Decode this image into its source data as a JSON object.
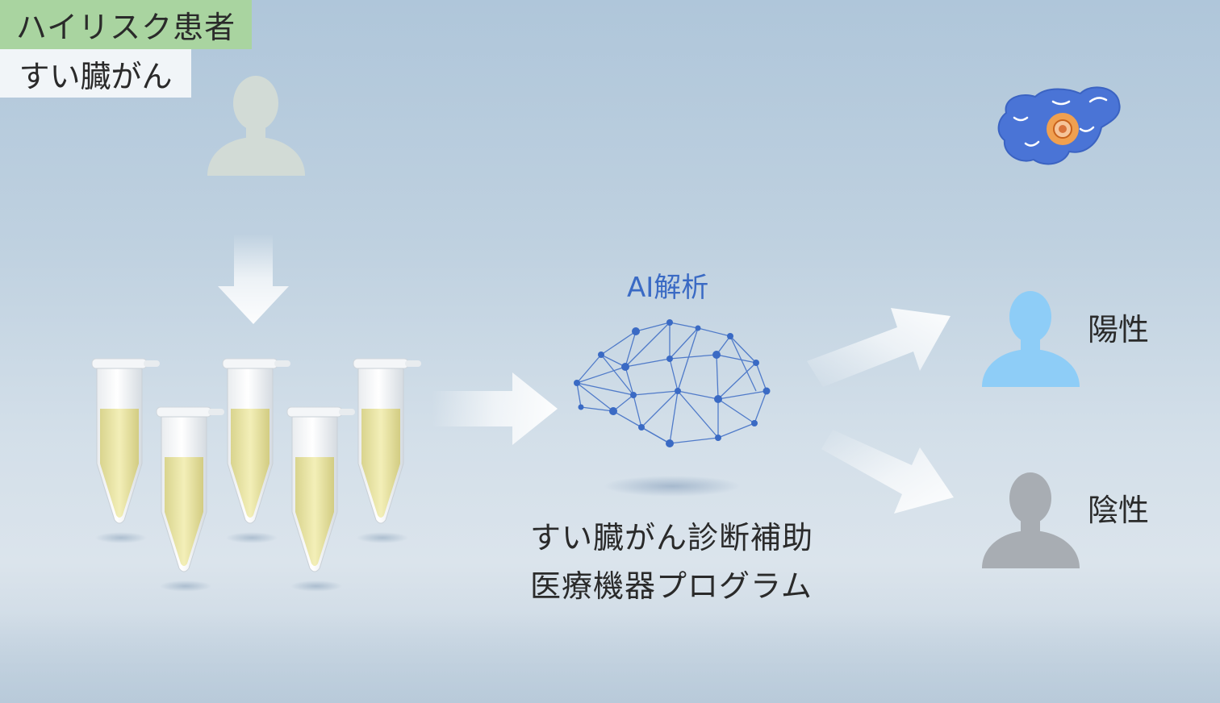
{
  "labels": {
    "patient": "ハイリスク患者",
    "ai_analysis": "AI解析",
    "program_line1": "すい臓がん診断補助",
    "program_line2": "医療機器プログラム",
    "cancer": "すい臓がん",
    "positive": "陽性",
    "negative": "陰性"
  },
  "icons": {
    "patient": "person-silhouette-icon",
    "sample_tubes": "test-tube-icon",
    "ai": "neural-network-brain-icon",
    "cancer": "pancreas-icon",
    "positive": "person-silhouette-icon",
    "negative": "person-silhouette-icon"
  },
  "colors": {
    "patient_label_bg": "#a9d4a0",
    "ai_label_text": "#3a6ac4",
    "network": "#3a6ac4",
    "positive_person": "#8ecdf7",
    "negative_person": "#a8adb3",
    "patient_person": "#d2dbd6",
    "pancreas": "#4a74d6",
    "tumor": "#f0a050"
  }
}
